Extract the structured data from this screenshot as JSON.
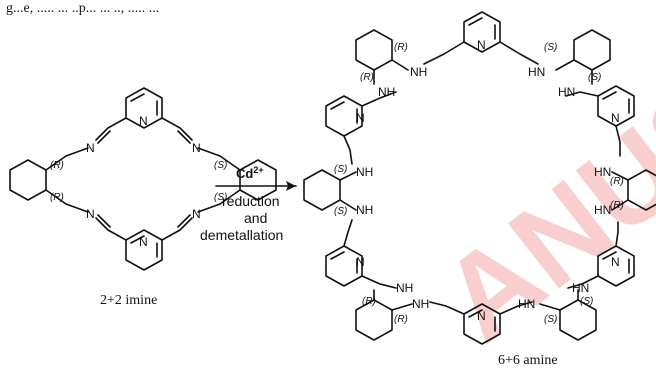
{
  "header_fragment": "g...e, ..... ... ..p... ... .., ..... ...",
  "left_compound": {
    "label": "2+2 imine"
  },
  "right_compound": {
    "label": "6+6 amine"
  },
  "reaction": {
    "reagent_main": "Cd",
    "reagent_sup": "2+",
    "line1": "reduction",
    "line2": "and",
    "line3": "demetallation"
  },
  "atoms": {
    "N": "N",
    "NH": "NH",
    "HN": "HN"
  },
  "stereo": {
    "R": "(R)",
    "S": "(S)"
  },
  "watermark": "ANUS",
  "colors": {
    "ink": "#111111",
    "watermark": "#f4a7a7"
  }
}
